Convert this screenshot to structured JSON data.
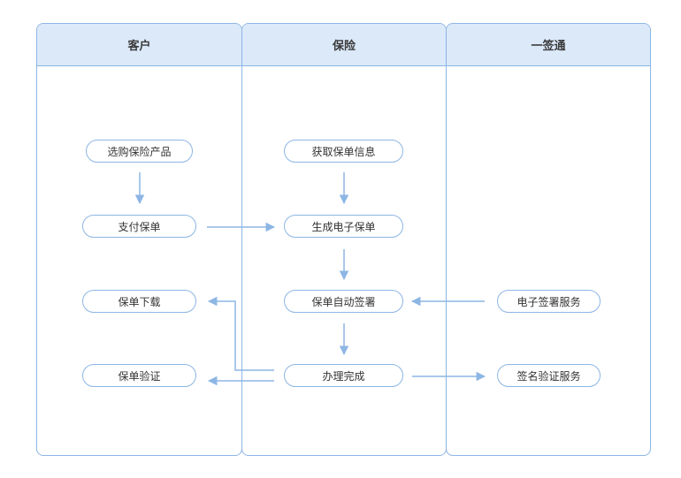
{
  "lanes": {
    "customer": "客户",
    "insurance": "保险",
    "yiqiantong": "一签通"
  },
  "nodes": {
    "buy_product": "选购保险产品",
    "pay_policy": "支付保单",
    "download_policy": "保单下载",
    "verify_policy": "保单验证",
    "get_policy_info": "获取保单信息",
    "generate_e_policy": "生成电子保单",
    "auto_sign": "保单自动签署",
    "complete": "办理完成",
    "e_sign_service": "电子签署服务",
    "sign_verify_service": "签名验证服务"
  },
  "colors": {
    "line": "#8db6e4",
    "header_bg": "#dbe9f9"
  }
}
